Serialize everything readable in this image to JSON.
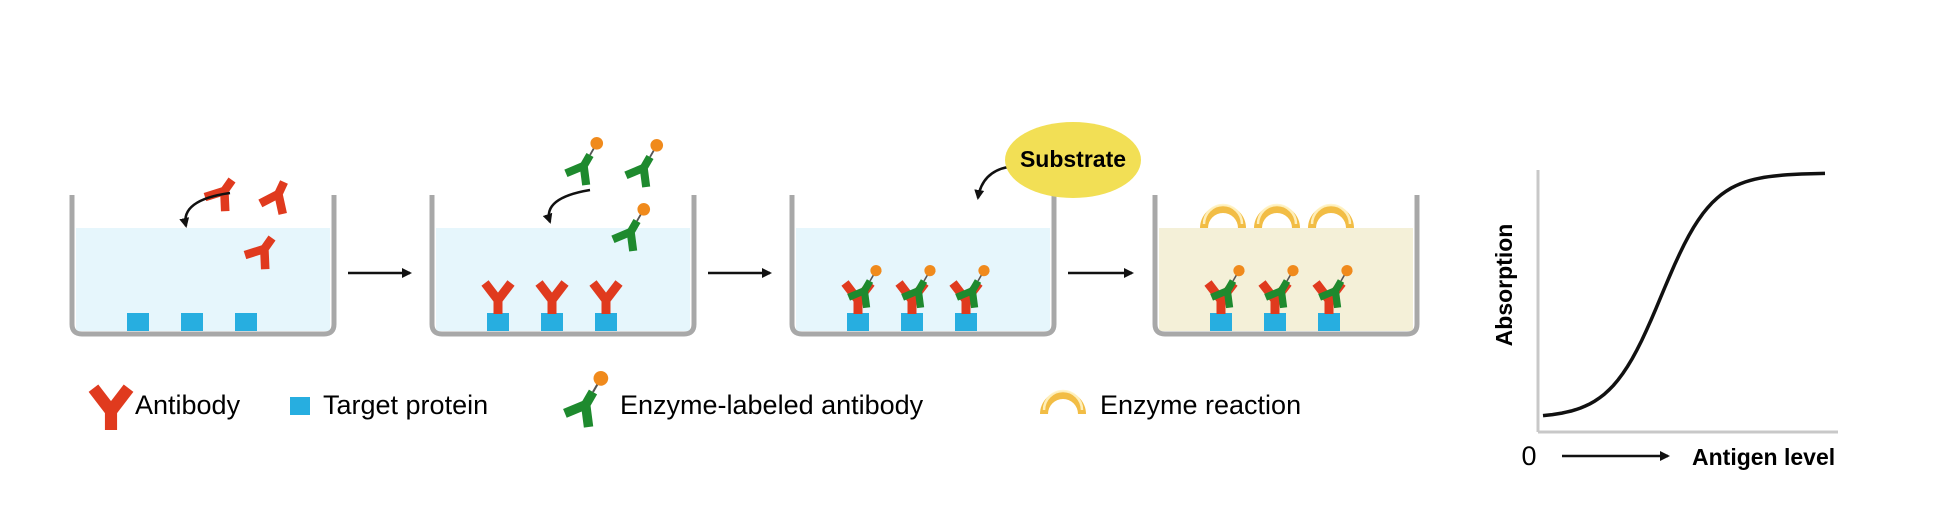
{
  "colors": {
    "antibody": "#e03a1e",
    "target_protein": "#27aee0",
    "enzyme_labeled_antibody": "#1e8a2e",
    "enzyme_label": "#f08a1c",
    "buffer": "#e6f6fc",
    "substrate_solution": "#f4f0d8",
    "substrate_bubble": "#f2df55",
    "reaction_glow": "#f0b224",
    "well": "#a8a8a8"
  },
  "steps": [
    {
      "liquid": "buffer",
      "captured": "",
      "incoming": "antibody"
    },
    {
      "liquid": "buffer",
      "captured": "antibody",
      "incoming": "enzyme-labeled-antibody"
    },
    {
      "liquid": "buffer",
      "captured": "sandwich",
      "incoming": "substrate"
    },
    {
      "liquid": "substrate-solution",
      "captured": "sandwich",
      "incoming": ""
    }
  ],
  "substrate_label": "Substrate",
  "legend": {
    "antibody": "Antibody",
    "target_protein": "Target protein",
    "enzyme_labeled_antibody": "Enzyme-labeled antibody",
    "enzyme_reaction": "Enzyme reaction"
  },
  "chart": {
    "y_label": "Absorption",
    "x_label": "Antigen level",
    "origin_label": "0",
    "curve": "sigmoid"
  }
}
